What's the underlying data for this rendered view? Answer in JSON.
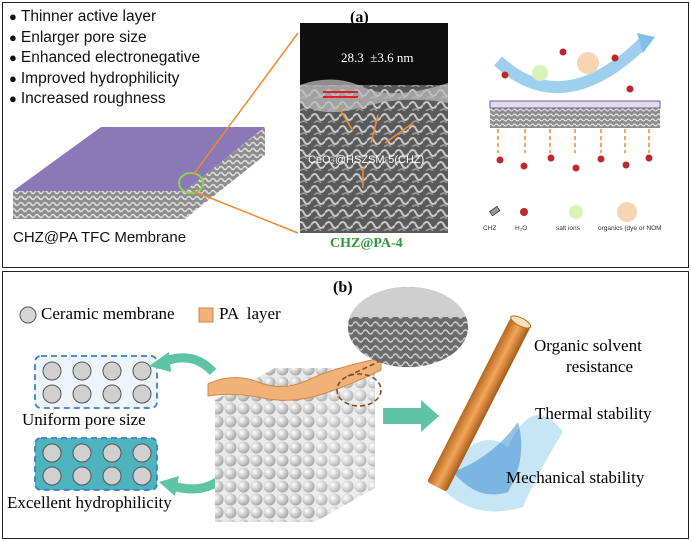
{
  "panel_a": {
    "label": "(a)",
    "bullets": [
      "Thinner active layer",
      "Enlarger pore size",
      "Enhanced electronegative",
      "Improved hydrophilicity",
      "Increased roughness"
    ],
    "membrane_caption": "CHZ@PA TFC  Membrane",
    "sem_thickness": "28.3  ±3.6 nm",
    "sem_particle_label": "CeO₂@HSZSM-5(CHZ)",
    "sem_caption": "CHZ@PA-4",
    "legend": {
      "chz": "CHZ",
      "h2o": "H₂O",
      "salt": "salt  ions",
      "organics": "organics  (dye or NOM"
    }
  },
  "panel_b": {
    "label": "(b)",
    "legend_ceramic": "Ceramic membrane",
    "legend_pa": "PA  layer",
    "uniform_pore": "Uniform pore size",
    "hydrophilicity": "Excellent hydrophilicity",
    "solvent_line1": "Organic solvent",
    "solvent_line2": "resistance",
    "thermal": "Thermal stability",
    "mechanical": "Mechanical stability"
  },
  "colors": {
    "pa_purple": "#8a78b8",
    "pa_orange": "#f0b277",
    "arrow_orange": "#f08a2c",
    "caption_green": "#2e9a3c",
    "arrow_teal": "#5fc4a4",
    "dashed_blue": "#3a7fd0",
    "water_red": "#c0272d"
  }
}
